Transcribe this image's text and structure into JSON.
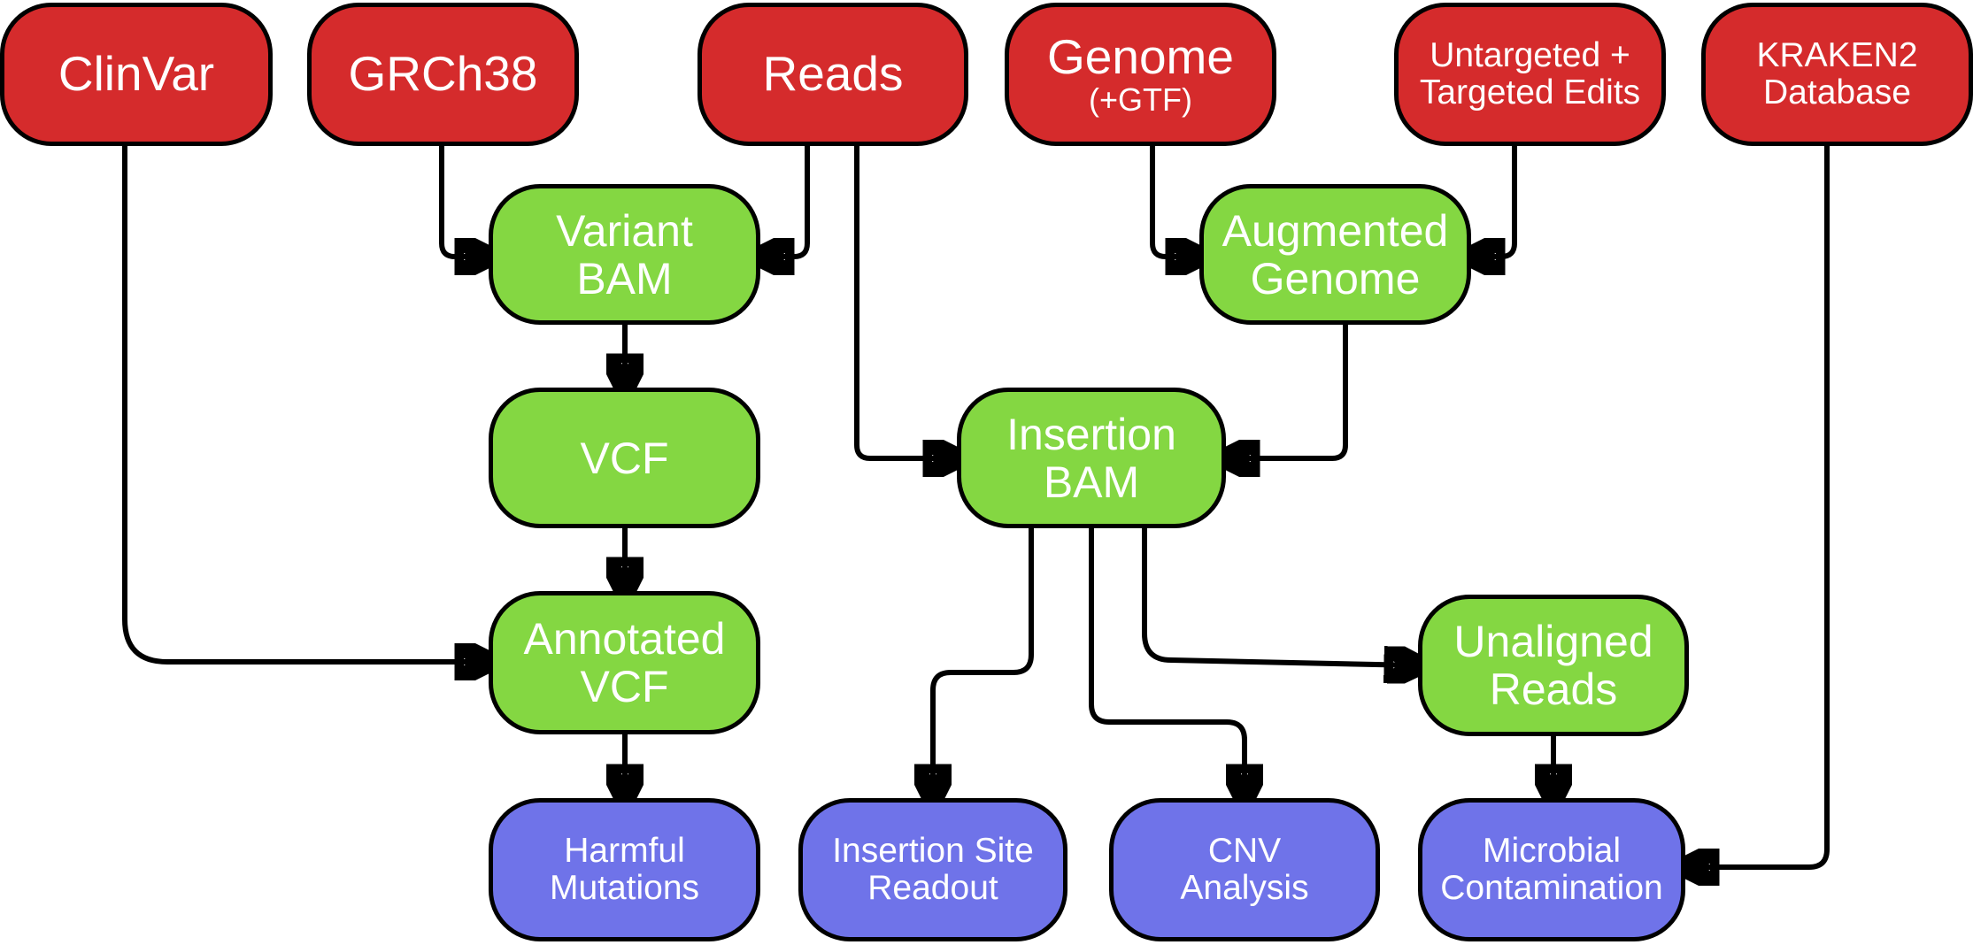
{
  "diagram": {
    "inputs": {
      "clinvar": "ClinVar",
      "grch38": "GRCh38",
      "reads": "Reads",
      "genome": {
        "line1": "Genome",
        "line2": "(+GTF)"
      },
      "edits": {
        "line1": "Untargeted +",
        "line2": "Targeted Edits"
      },
      "kraken2": {
        "line1": "KRAKEN2",
        "line2": "Database"
      }
    },
    "intermediates": {
      "variant_bam": {
        "line1": "Variant",
        "line2": "BAM"
      },
      "augmented_genome": {
        "line1": "Augmented",
        "line2": "Genome"
      },
      "vcf": "VCF",
      "insertion_bam": {
        "line1": "Insertion",
        "line2": "BAM"
      },
      "annotated_vcf": {
        "line1": "Annotated",
        "line2": "VCF"
      },
      "unaligned_reads": {
        "line1": "Unaligned",
        "line2": "Reads"
      }
    },
    "outputs": {
      "harmful_mutations": {
        "line1": "Harmful",
        "line2": "Mutations"
      },
      "insertion_site_readout": {
        "line1": "Insertion Site",
        "line2": "Readout"
      },
      "cnv_analysis": {
        "line1": "CNV",
        "line2": "Analysis"
      },
      "microbial_contamination": {
        "line1": "Microbial",
        "line2": "Contamination"
      }
    },
    "colors": {
      "input": "#d52b2c",
      "intermediate": "#84d742",
      "output": "#6f73e9",
      "edge": "#000000"
    },
    "edges": [
      {
        "from": "GRCh38",
        "to": "Variant BAM"
      },
      {
        "from": "Reads",
        "to": "Variant BAM"
      },
      {
        "from": "Reads",
        "to": "Insertion BAM"
      },
      {
        "from": "Genome (+GTF)",
        "to": "Augmented Genome"
      },
      {
        "from": "Untargeted + Targeted Edits",
        "to": "Augmented Genome"
      },
      {
        "from": "Augmented Genome",
        "to": "Insertion BAM"
      },
      {
        "from": "Variant BAM",
        "to": "VCF"
      },
      {
        "from": "VCF",
        "to": "Annotated VCF"
      },
      {
        "from": "ClinVar",
        "to": "Annotated VCF"
      },
      {
        "from": "Annotated VCF",
        "to": "Harmful Mutations"
      },
      {
        "from": "Insertion BAM",
        "to": "Insertion Site Readout"
      },
      {
        "from": "Insertion BAM",
        "to": "CNV Analysis"
      },
      {
        "from": "Insertion BAM",
        "to": "Unaligned Reads"
      },
      {
        "from": "Unaligned Reads",
        "to": "Microbial Contamination"
      },
      {
        "from": "KRAKEN2 Database",
        "to": "Microbial Contamination"
      }
    ]
  }
}
